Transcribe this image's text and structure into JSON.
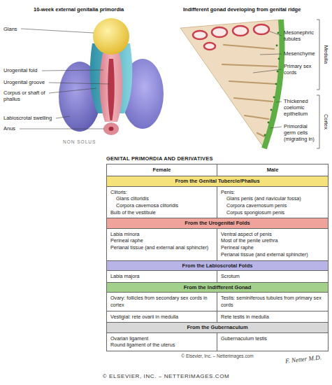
{
  "diagram": {
    "caption": "© ELSEVIER, INC. – NETTERIMAGES.COM",
    "nodes": [
      {
        "text": [
          "GENITAL PRIMORDIA AND DERIVATIVES"
        ]
      },
      {
        "text": [
          "From the Genital Tubercle/Phallus"
        ],
        "in": 0
      },
      {
        "text": [
          "From the Urogenital Folds"
        ],
        "in": 0
      },
      {
        "text": [
          "From the Labioscrotal Folds"
        ],
        "in": 0
      },
      {
        "text": [
          "From the Indifferent Gonad"
        ],
        "in": 0
      },
      {
        "text": [
          "From the Gubernaculum"
        ],
        "in": 0
      }
    ],
    "labels": [
      "10-week external genitalia primordia",
      "Glans",
      "Urogenital fold",
      "Urogenital groove",
      "Corpus or shaft of phallus",
      "Labioscrotal swelling",
      "Anus",
      "NON SOLUS",
      "Indifferent gonad developing from genital ridge",
      "Mesonephric tubules",
      "Mesenchyme",
      "Primary sex cords",
      "Thickened coelomic epithelium",
      "Primordial germ cells (migrating in)",
      "Medulla",
      "Cortex",
      "Female",
      "Male",
      "Clitoris:",
      "Glans clitoridis",
      "Corpora cavernosa clitoridis",
      "Bulb of the vestibule",
      "Penis:",
      "Glans penis (and navicular fossa)",
      "Corpora cavernosum penis",
      "Corpus spongiosum penis",
      "Labia minora",
      "Perineal raphe",
      "Perianal tissue (and external anal sphincter)",
      "Ventral aspect of penis",
      "Most of the penile urethra",
      "Perineal raphe",
      "Perianal tissue (and external sphincter)",
      "Labia majora",
      "Scrotum",
      "Ovary: follicles from secondary sex cords in cortex",
      "Vestigial: rete ovarii in medulla",
      "Testis: seminiferous tubules from primary sex cords",
      "Rete testis in medulla",
      "Ovarian ligament",
      "Round ligament of the uterus",
      "Gubernaculum testis",
      "© Elsevier, Inc. – Netterimages.com",
      "F. Netter M.D."
    ]
  }
}
